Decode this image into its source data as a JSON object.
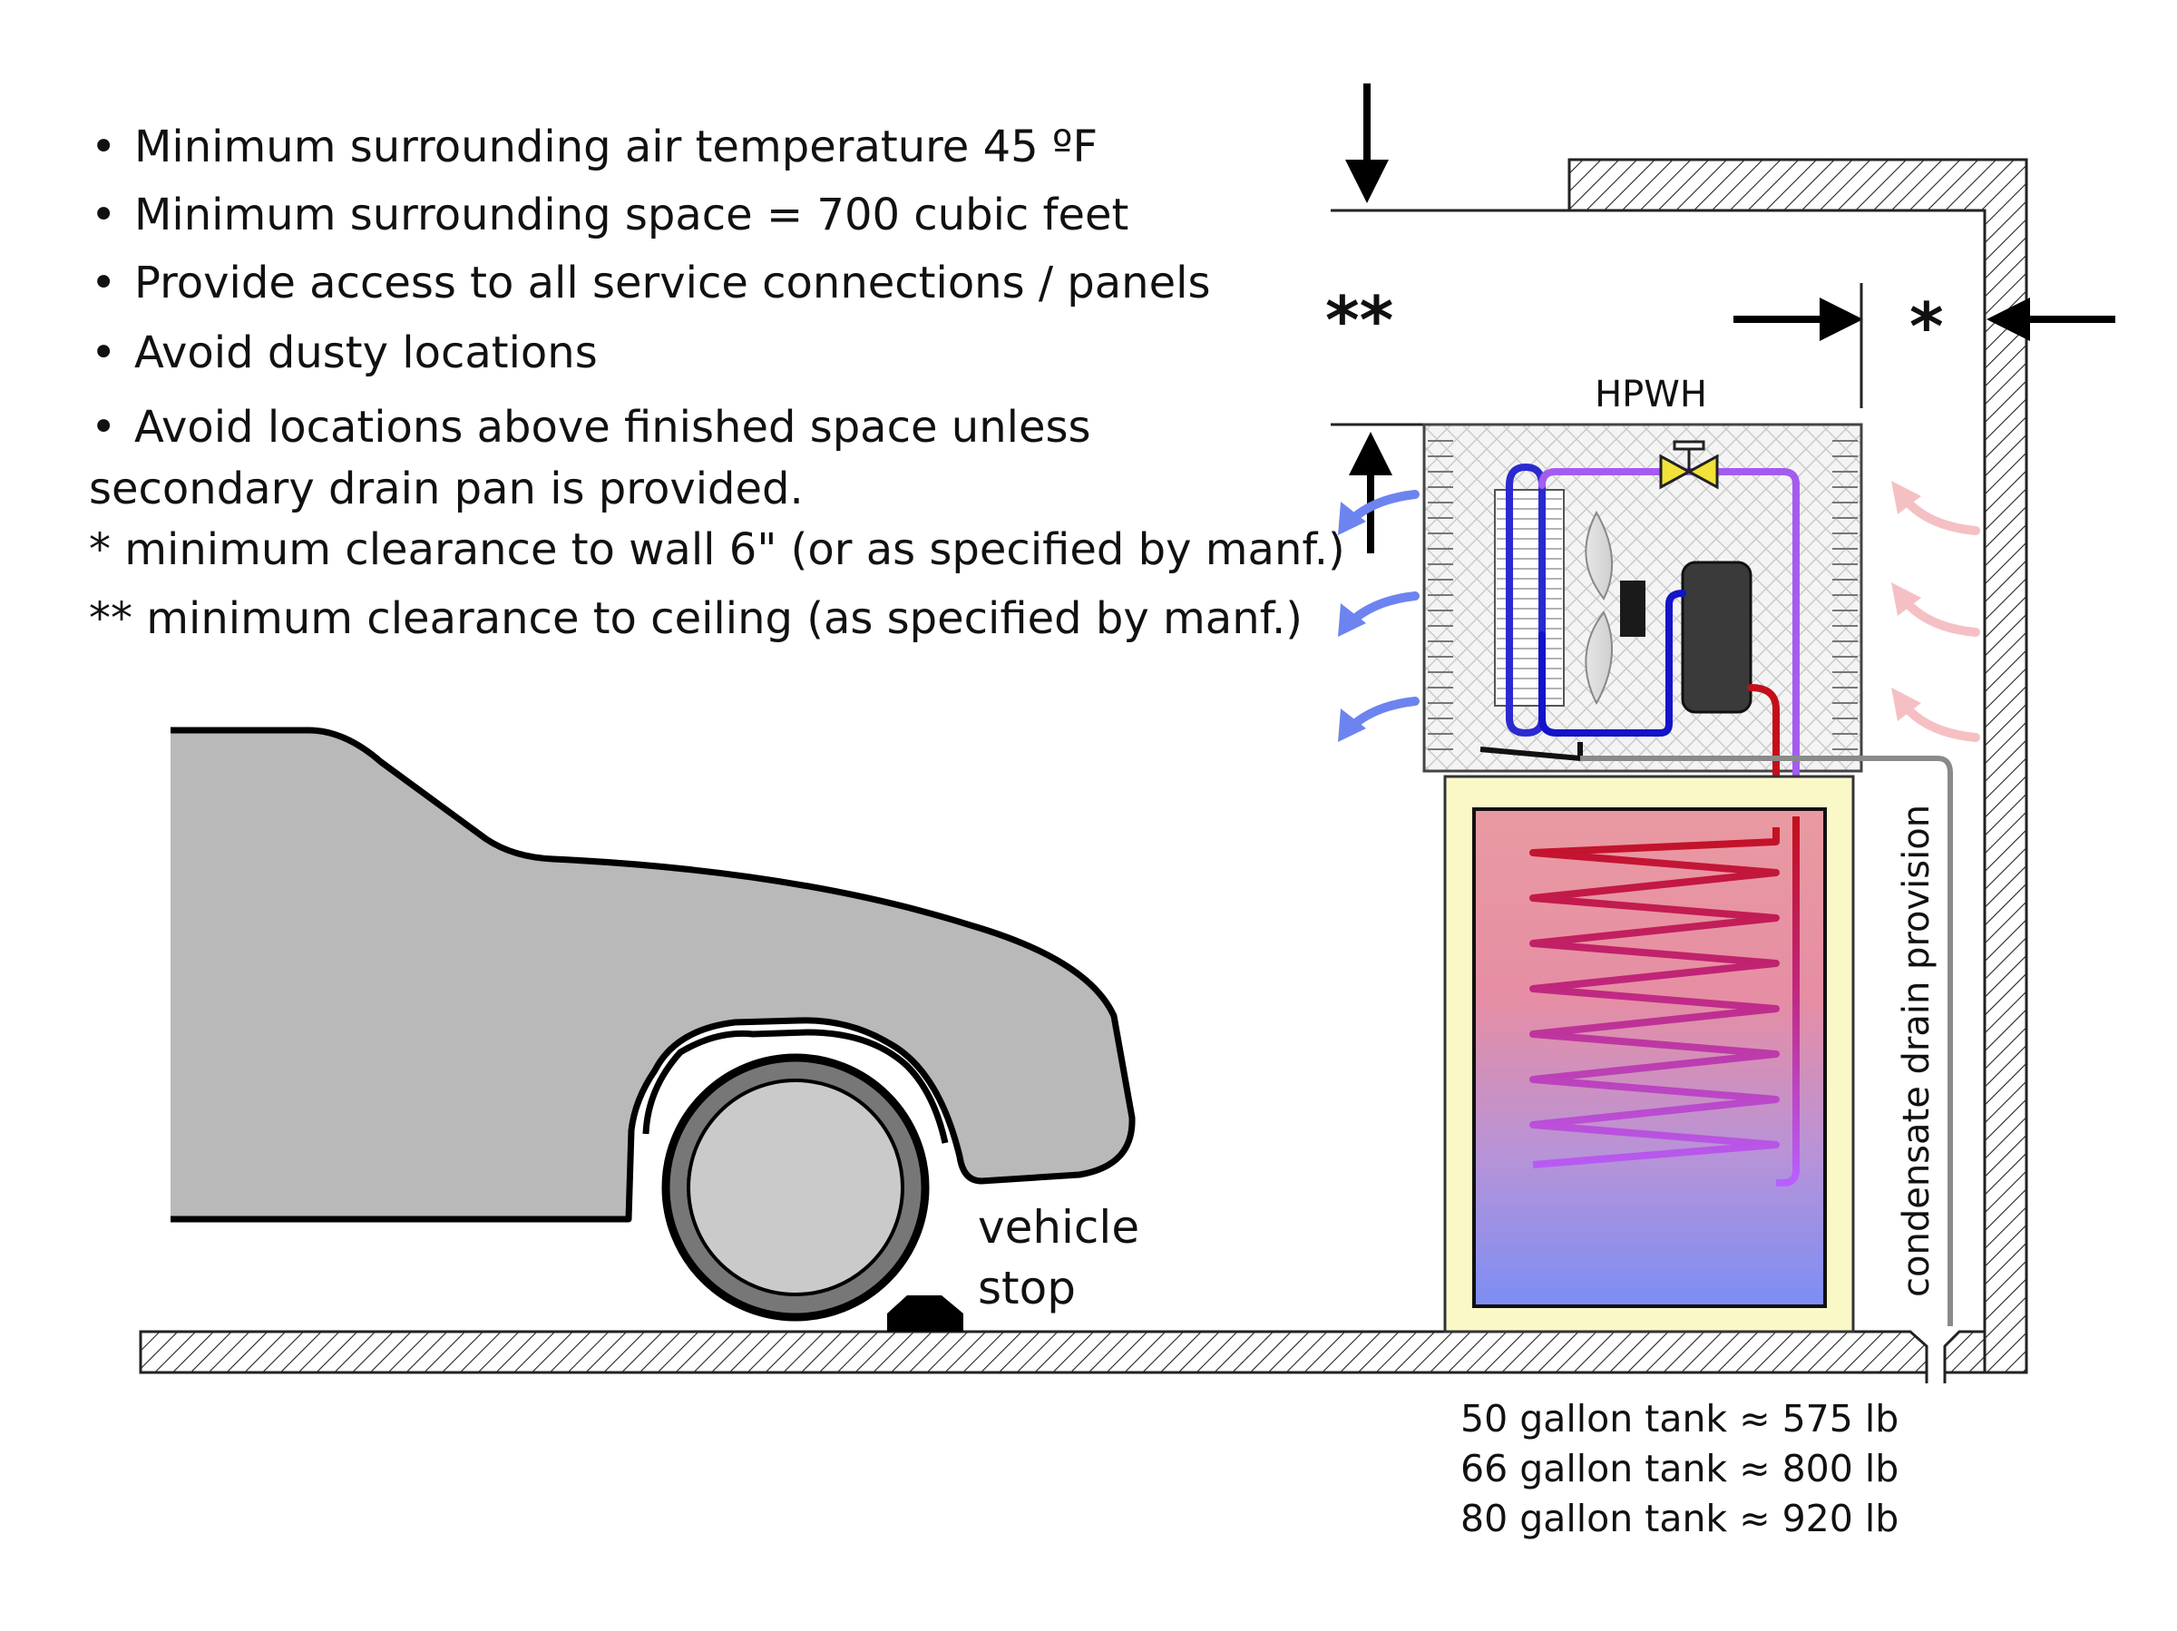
{
  "notes": {
    "bullet_1": "Minimum surrounding air temperature 45 ºF",
    "bullet_2": "Minimum surrounding space = 700 cubic feet",
    "bullet_3": "Provide access to all service connections / panels",
    "bullet_4": "Avoid dusty locations",
    "bullet_5_line1": "Avoid locations above finished space unless",
    "bullet_5_line2": "secondary drain pan is provided.",
    "footnote_1": "* minimum clearance to wall 6\" (or as specified by manf.)",
    "footnote_2": "** minimum clearance to ceiling (as specified by manf.)"
  },
  "bullet_glyph": "•",
  "dimensions": {
    "ceiling_marker": "**",
    "wall_marker": "*"
  },
  "unit": {
    "label": "HPWH"
  },
  "drain": {
    "label": "condensate drain provision"
  },
  "vehicle": {
    "label_line1": "vehicle",
    "label_line2": "stop"
  },
  "tank_weights": [
    "50 gallon tank ≈ 575 lb",
    "66 gallon tank ≈ 800 lb",
    "80 gallon tank ≈ 920 lb"
  ],
  "colors": {
    "cool_air_arrow": "#6d84f0",
    "warm_air_arrow": "#f5c0c4",
    "hot_refrigerant": "#c8141c",
    "cold_refrigerant": "#1414c8",
    "mid_refrigerant": "#a060f0",
    "car_body": "#b9b9b9",
    "tank_jacket": "#fbf8c8",
    "valve": "#f2e23a"
  }
}
